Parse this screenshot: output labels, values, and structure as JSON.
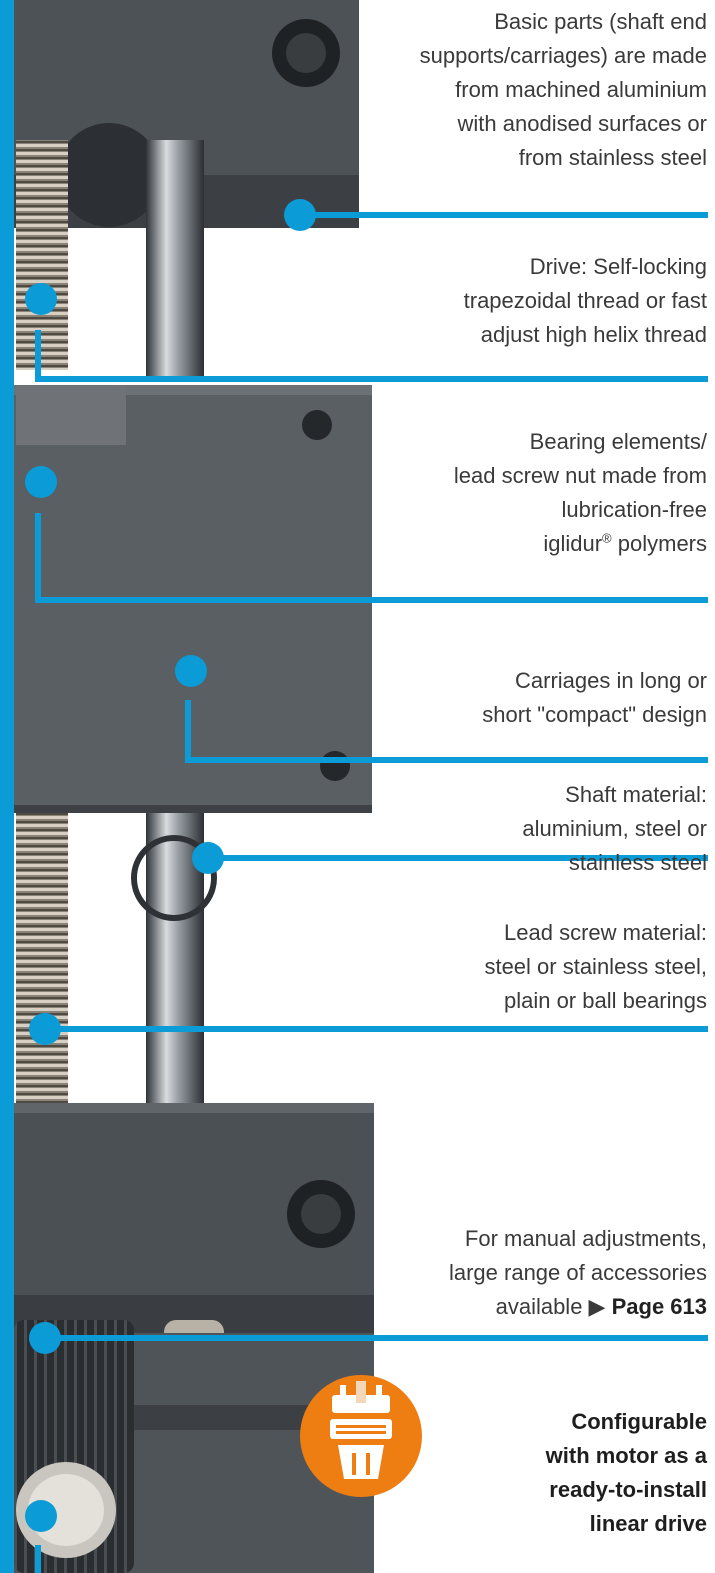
{
  "colors": {
    "accent": "#0b9bd6",
    "badge": "#ee7d12"
  },
  "callouts": {
    "basic_parts": [
      "Basic parts (shaft end",
      "supports/carriages) are made",
      "from machined aluminium",
      "with anodised surfaces or",
      "from stainless steel"
    ],
    "drive": [
      "Drive: Self-locking",
      "trapezoidal thread or fast",
      "adjust high helix thread"
    ],
    "bearing": {
      "l1": "Bearing elements/",
      "l2": "lead screw nut made from",
      "l3": "lubrication-free",
      "l4_pre": "iglidur",
      "l4_reg": "®",
      "l4_post": " polymers"
    },
    "carriages": [
      "Carriages in long or",
      "short \"compact\" design"
    ],
    "shaft": [
      "Shaft material:",
      "aluminium, steel or",
      "stainless steel"
    ],
    "lead_screw": [
      "Lead screw material:",
      "steel or stainless steel,",
      "plain or ball bearings"
    ],
    "accessories": {
      "l1": "For manual adjustments,",
      "l2": "large range of accessories",
      "l3_pre": "available ",
      "arrow": "▶",
      "page": "Page 613"
    },
    "motor": [
      "Configurable",
      "with motor as a",
      "ready-to-install",
      "linear drive"
    ]
  },
  "icons": {
    "badge": "motor-configurable-icon"
  }
}
